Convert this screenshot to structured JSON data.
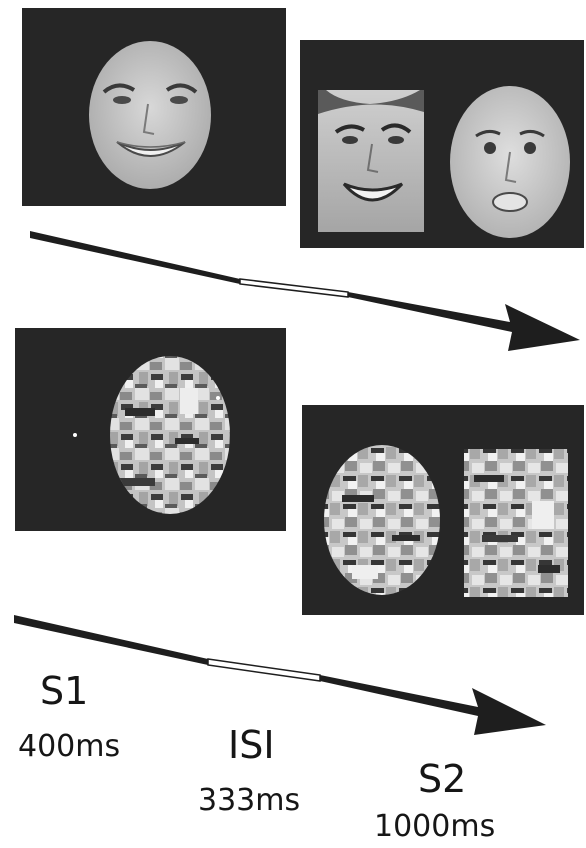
{
  "labels": {
    "s1_name": "S1",
    "s1_time": "400ms",
    "isi_name": "ISI",
    "isi_time": "333ms",
    "s2_name": "S2",
    "s2_time": "1000ms"
  },
  "colors": {
    "panel": "#262626",
    "arrow": "#1e1e1e",
    "face_skin": "#c9c9c9",
    "text": "#161616"
  },
  "trial_rows": [
    {
      "row": "face-trial",
      "s1": "single-face",
      "s2": "two-faces"
    },
    {
      "row": "scrambled-trial",
      "s1": "single-scrambled-face",
      "s2": "two-scrambled-faces"
    }
  ]
}
